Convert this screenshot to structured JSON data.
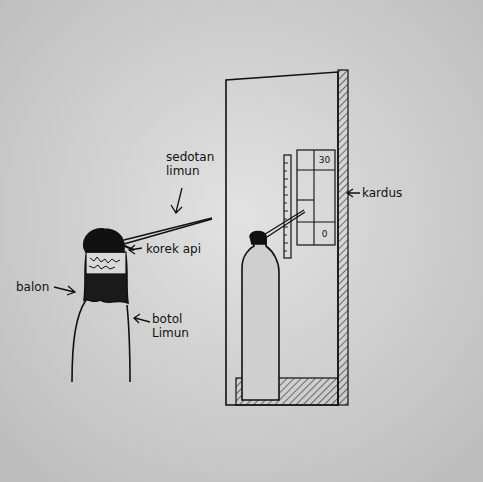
{
  "diagram": {
    "labels": [
      "sedotan limun",
      "korek api",
      "balon",
      "botol Limun",
      "kardus",
      "30",
      "0"
    ]
  }
}
